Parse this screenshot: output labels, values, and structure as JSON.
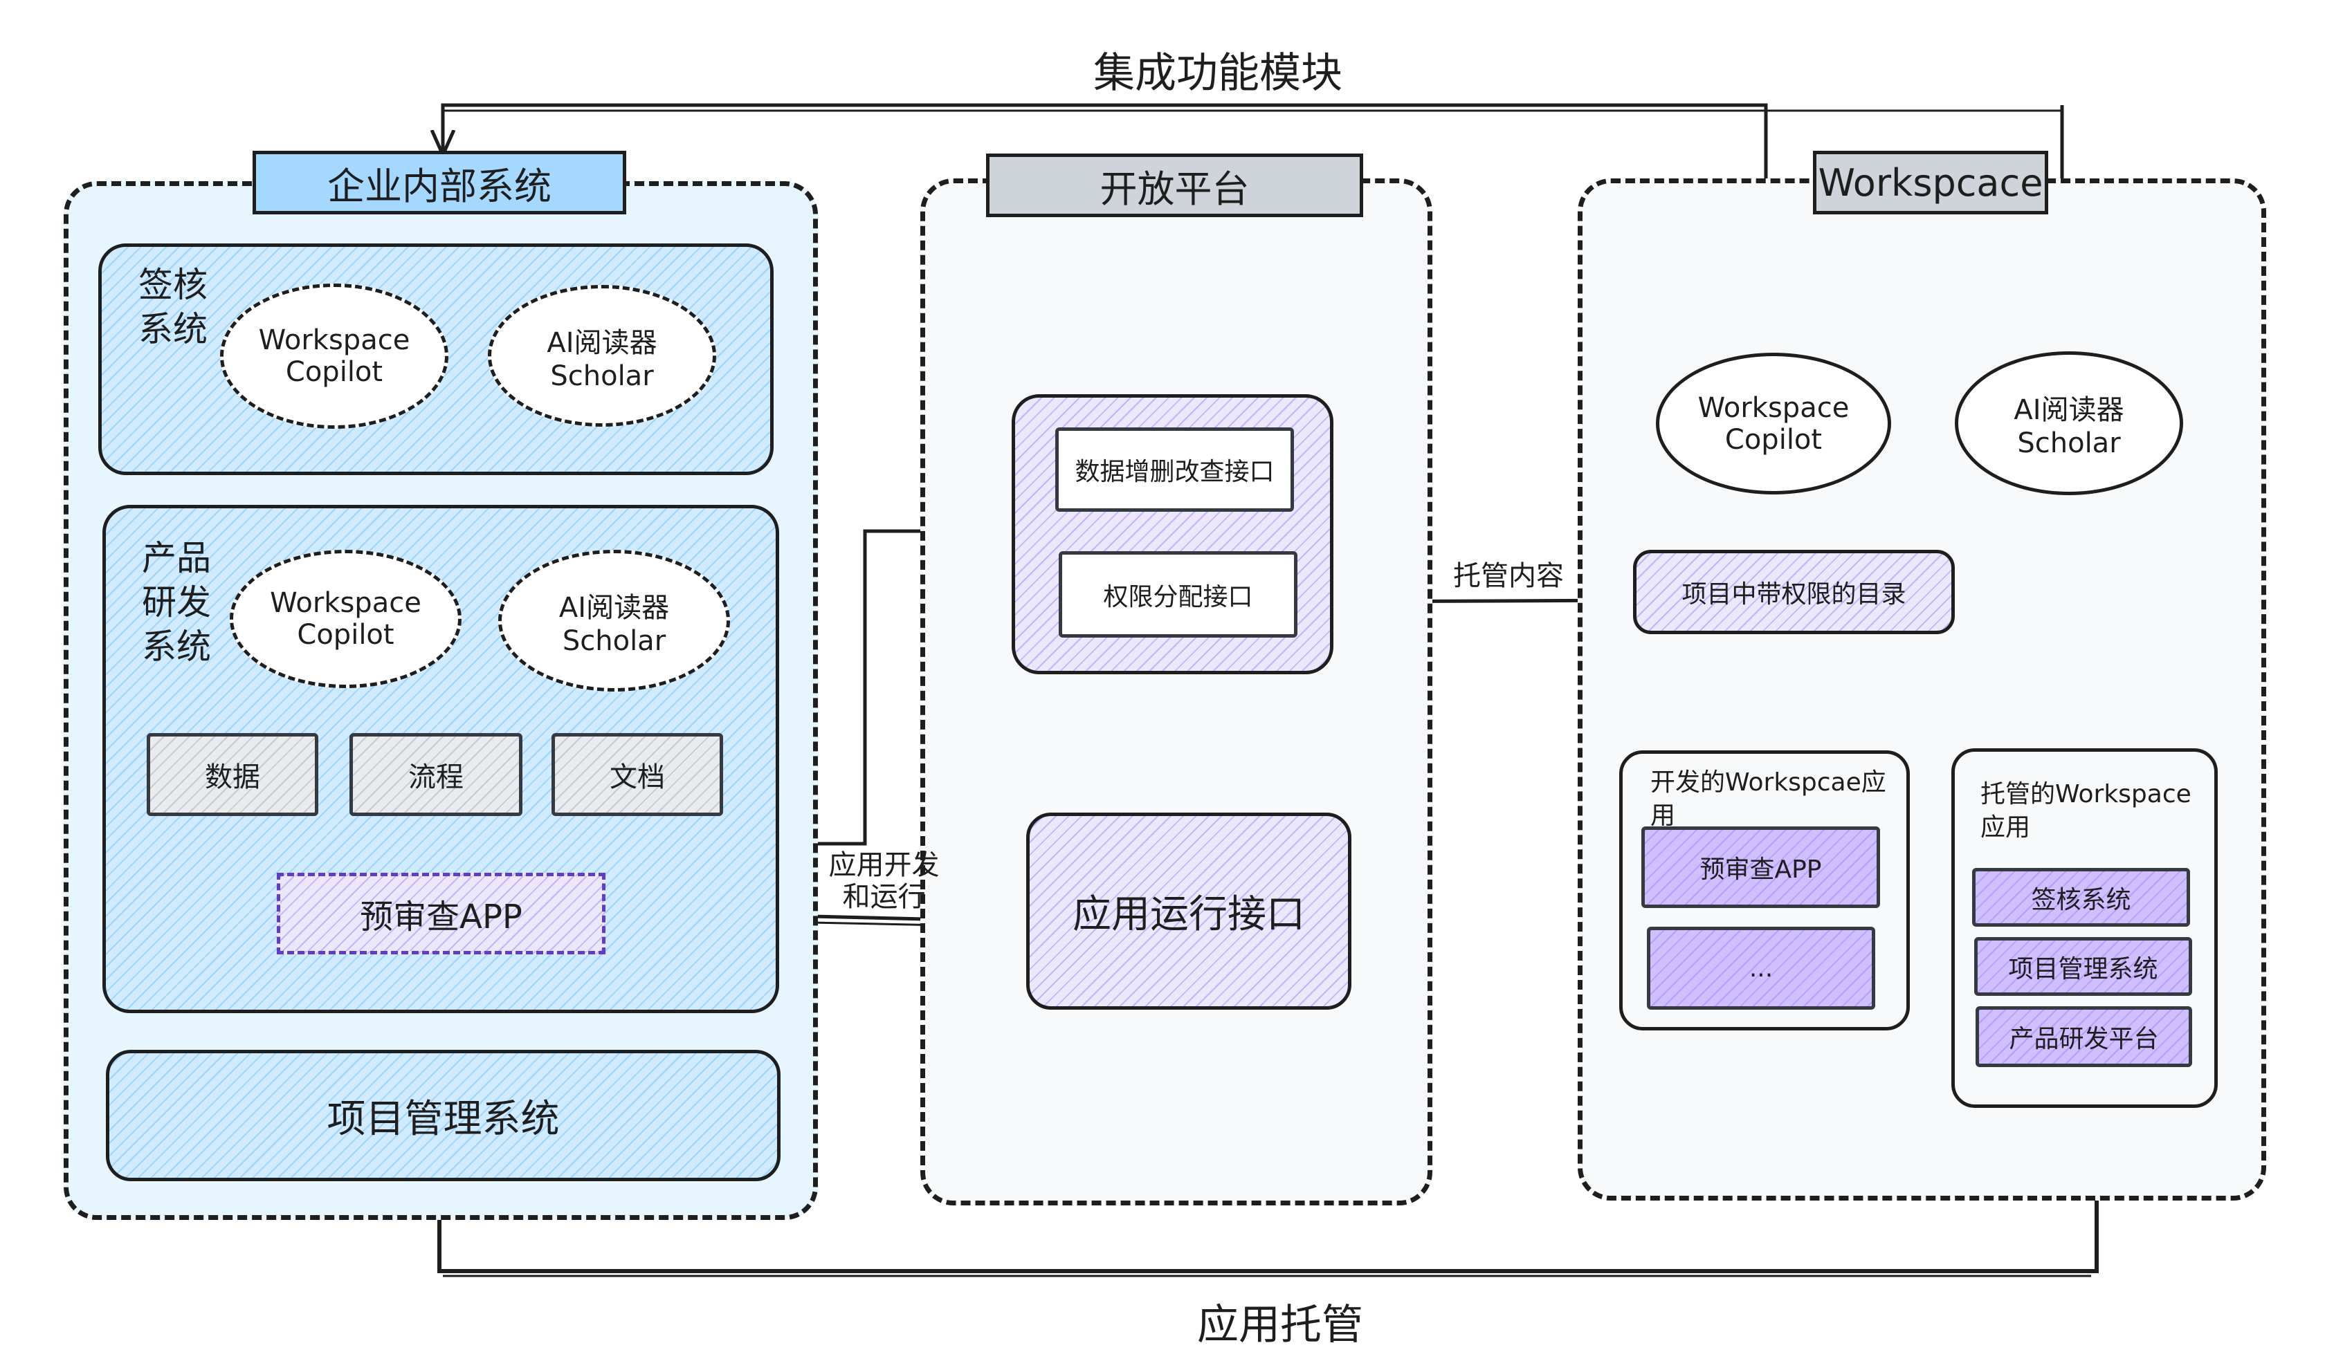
{
  "top_label": "集成功能模块",
  "bottom_label": "应用托管",
  "enterprise": {
    "title": "企业内部系统",
    "signing": {
      "label": "签核\n系统",
      "ellipses": [
        {
          "line1": "Workspace",
          "line2": "Copilot"
        },
        {
          "line1": "AI阅读器",
          "line2": "Scholar"
        }
      ]
    },
    "rnd": {
      "label": "产品\n研发\n系统",
      "ellipses": [
        {
          "line1": "Workspace",
          "line2": "Copilot"
        },
        {
          "line1": "AI阅读器",
          "line2": "Scholar"
        }
      ],
      "boxes": [
        "数据",
        "流程",
        "文档"
      ],
      "app": "预审查APP"
    },
    "project": "项目管理系统"
  },
  "platform": {
    "title": "开放平台",
    "api_box": [
      "数据增删改查接口",
      "权限分配接口"
    ],
    "runtime": "应用运行接口"
  },
  "workspace": {
    "title": "Workspcace",
    "ellipses": [
      {
        "line1": "Workspace",
        "line2": "Copilot"
      },
      {
        "line1": "AI阅读器",
        "line2": "Scholar"
      }
    ],
    "directory": "项目中带权限的目录",
    "dev_apps": {
      "title": "开发的Workspcae应用",
      "items": [
        "预审查APP",
        "..."
      ]
    },
    "hosted_apps": {
      "title": "托管的Workspace\n应用",
      "items": [
        "签核系统",
        "项目管理系统",
        "产品研发平台"
      ]
    }
  },
  "arrows": {
    "hosting_content": "托管内容",
    "dev_run": "应用开发\n和运行"
  }
}
